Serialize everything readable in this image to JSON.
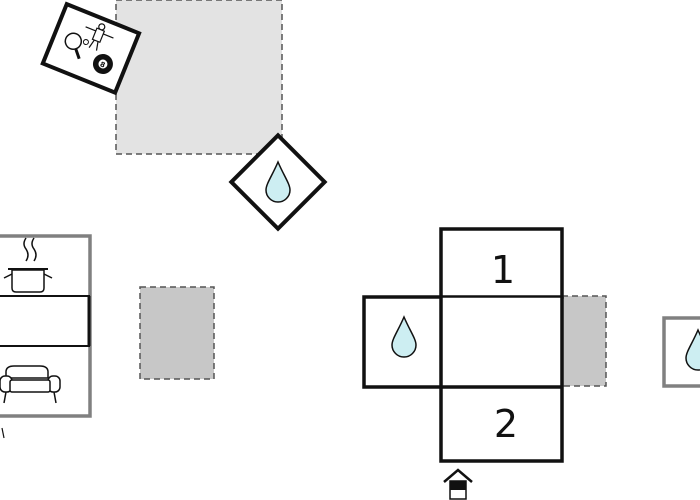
{
  "floorplan": {
    "colors": {
      "wall_dark": "#111111",
      "wall_grey": "#808080",
      "terrace_light": "#e3e3e3",
      "terrace_mid": "#c7c7c7",
      "water_fill": "#cdeef2",
      "background": "#ffffff"
    },
    "rooms": [
      {
        "id": "bedroom-1",
        "label": "1"
      },
      {
        "id": "bedroom-2",
        "label": "2"
      }
    ],
    "icons": [
      "games-room-icon",
      "table-tennis-icon",
      "table-football-icon",
      "billiard-ball-icon",
      "pool-water-drop-icon",
      "bathroom-water-drop-icon",
      "cooking-pot-icon",
      "sofa-icon",
      "entrance-house-icon"
    ],
    "billiard_ball_number": "8"
  }
}
